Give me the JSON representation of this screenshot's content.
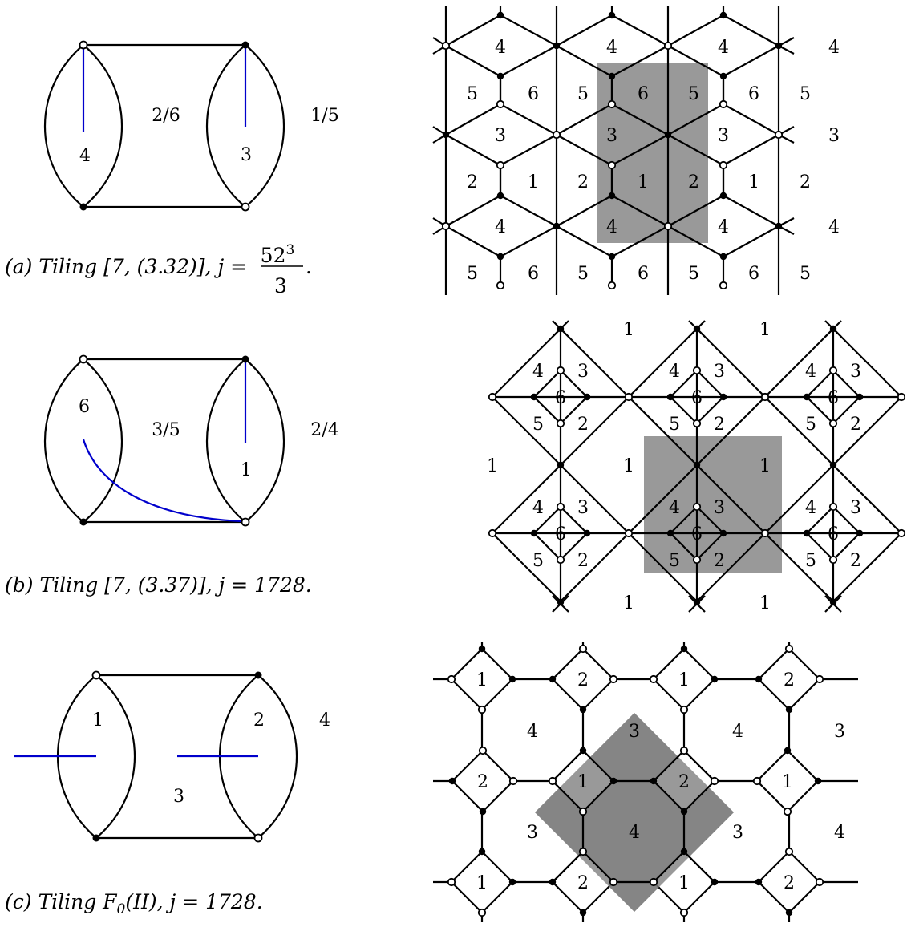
{
  "colors": {
    "edge": "#000000",
    "cut_line": "#0000cc",
    "shaded_region": "#7f7f7f",
    "background": "#ffffff"
  },
  "panel_a": {
    "caption_prefix": "(a) Tiling [7, (3.32)], j =",
    "caption_num": "52",
    "caption_exp": "3",
    "caption_den": "3",
    "caption_end": ".",
    "dimer": {
      "left_face": "4",
      "center_face": "2/6",
      "right_face": "3",
      "outer_face": "1/5"
    },
    "tiling": {
      "rows": [
        [
          "4",
          "4",
          "4",
          "4"
        ],
        [
          "5",
          "6",
          "5",
          "6",
          "5",
          "6",
          "5"
        ],
        [
          "3",
          "3",
          "3",
          "3"
        ],
        [
          "2",
          "1",
          "2",
          "1",
          "2",
          "1",
          "2"
        ],
        [
          "4",
          "4",
          "4",
          "4"
        ],
        [
          "5",
          "6",
          "5",
          "6",
          "5",
          "6",
          "5"
        ]
      ]
    }
  },
  "panel_b": {
    "caption": "(b) Tiling [7, (3.37)], j = 1728.",
    "dimer": {
      "left_face": "6",
      "center_face": "3/5",
      "right_face": "1",
      "outer_face": "2/4"
    },
    "tiling": {
      "big_face": "1",
      "cell_faces": [
        "4",
        "3",
        "6",
        "5",
        "2"
      ]
    }
  },
  "panel_c": {
    "caption_prefix": "(c) Tiling F",
    "caption_sub": "0",
    "caption_suffix": "(II), j = 1728.",
    "dimer": {
      "left_face": "1",
      "center_face": "3",
      "right_face": "2",
      "outer_face": "4"
    },
    "tiling": {
      "diamond_rows": [
        [
          "1",
          "2",
          "1",
          "2"
        ],
        [
          "2",
          "1",
          "2",
          "1"
        ],
        [
          "1",
          "2",
          "1",
          "2"
        ]
      ],
      "octagon_rows": [
        [
          "4",
          "3",
          "4",
          "3"
        ],
        [
          "3",
          "4",
          "3",
          "4"
        ]
      ]
    }
  }
}
